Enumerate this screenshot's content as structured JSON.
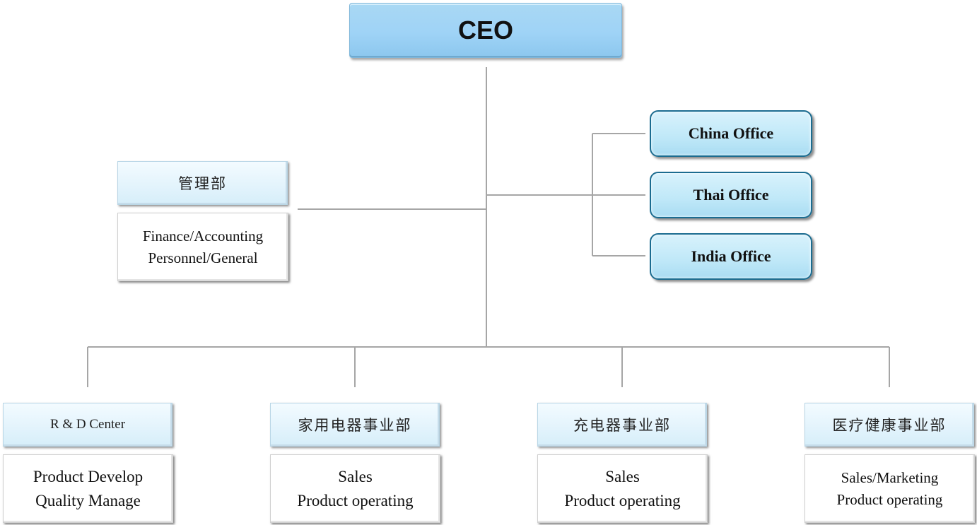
{
  "ceo": {
    "label": "CEO"
  },
  "offices": [
    {
      "label": "China Office"
    },
    {
      "label": "Thai Office"
    },
    {
      "label": "India Office"
    }
  ],
  "management": {
    "title": "管理部",
    "lines": [
      "Finance/Accounting",
      "Personnel/General"
    ]
  },
  "divisions": [
    {
      "title": "R & D Center",
      "lines": [
        "Product Develop",
        "Quality Manage"
      ]
    },
    {
      "title": "家用电器事业部",
      "lines": [
        "Sales",
        "Product operating"
      ]
    },
    {
      "title": "充电器事业部",
      "lines": [
        "Sales",
        "Product operating"
      ]
    },
    {
      "title": "医疗健康事业部",
      "lines": [
        "Sales/Marketing",
        "Product operating"
      ]
    }
  ],
  "colors": {
    "ceo_fill": "#9fd3f6",
    "office_fill": "#bfe8f8",
    "office_border": "#1b6c90",
    "header_fill": "#e2f3fc",
    "connector": "#a6a6a6"
  }
}
